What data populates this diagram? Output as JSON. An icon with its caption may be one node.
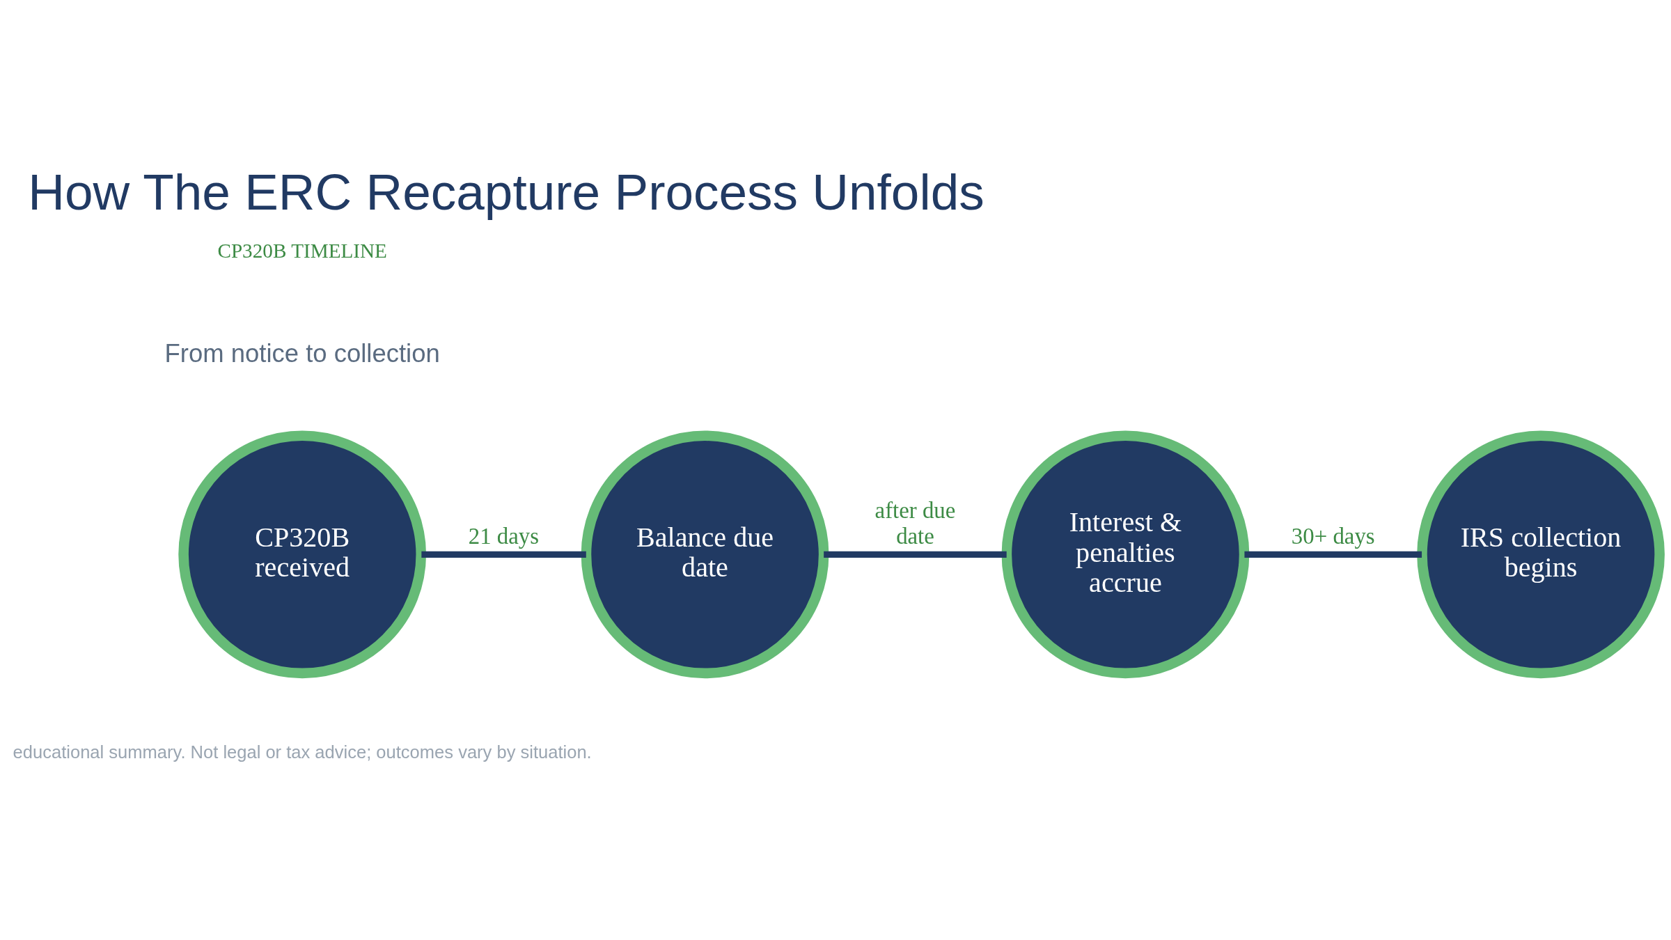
{
  "diagram": {
    "title": "How The ERC Recapture Process Unfolds",
    "nodes": [
      {
        "text": [
          "CP320B received"
        ]
      },
      {
        "text": [
          "Balance due date"
        ]
      },
      {
        "text": [
          "Interest & penalties accrue"
        ]
      },
      {
        "text": [
          "IRS collection begins"
        ]
      }
    ],
    "edges": [
      {
        "from": 0,
        "to": 1,
        "arrow": "none",
        "label": "21 days"
      },
      {
        "from": 1,
        "to": 2,
        "arrow": "none",
        "label": "after due date"
      },
      {
        "from": 2,
        "to": 3,
        "arrow": "none",
        "label": "30+ days"
      }
    ],
    "labels": [
      "CP320B TIMELINE",
      "From notice to collection",
      "educational summary. Not legal or tax advice; outcomes vary by situation."
    ]
  }
}
